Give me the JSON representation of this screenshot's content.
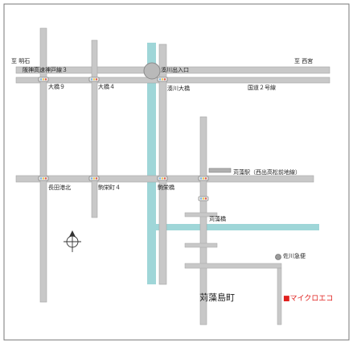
{
  "labels": {
    "to_akashi": "至 明石",
    "to_nishinomiya": "至 西宮",
    "hanshin_kobe_route3": "阪神高速神戸線３",
    "minatogawa_entrance": "湊川出入口",
    "ohashi9": "大橋９",
    "ohashi4": "大橋４",
    "minatogawa_ohashi": "湊川大橋",
    "route2": "国道２号線",
    "karumo_station": "苅藻駅（西出高松前地線）",
    "nagata_minamikita": "長田港北",
    "komagabayashi4": "駒栄町４",
    "komaei_bridge": "駒栄橋",
    "karumo_bridge": "苅藻橋",
    "sagawa": "佐川急便",
    "karumojima": "苅藻島町",
    "micro_eco": "■マイクロエコ"
  },
  "colors": {
    "road": "#c8c8c8",
    "road_edge": "#a6a6a6",
    "river": "#9fd6d8",
    "accent_red": "#e0201e",
    "text": "#222222",
    "frame": "#777777"
  },
  "icons": {
    "traffic_signal": "traffic-signal-icon",
    "compass": "north-compass-icon",
    "interchange": "interchange-circle-icon",
    "station": "station-rail-icon",
    "marker": "location-dot-icon"
  }
}
